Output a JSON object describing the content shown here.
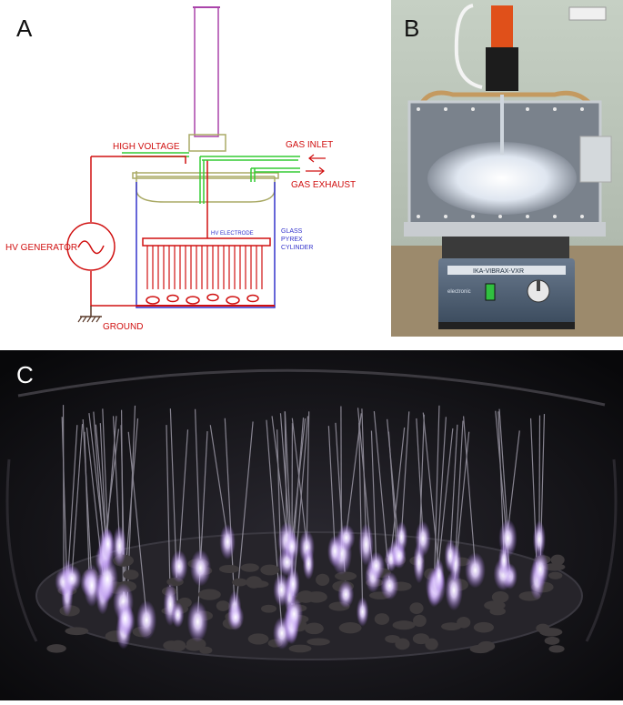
{
  "panels": {
    "a": {
      "letter": "A"
    },
    "b": {
      "letter": "B"
    },
    "c": {
      "letter": "C"
    }
  },
  "schematic": {
    "labels": {
      "high_voltage": "HIGH VOLTAGE",
      "gas_inlet": "GAS INLET",
      "gas_exhaust": "GAS EXHAUST",
      "hv_generator": "HV GENERATOR",
      "ground": "GROUND",
      "hv_electrode": "HV ELECTRODE",
      "glass_line1": "GLASS",
      "glass_line2": "PYREX",
      "glass_line3": "CYLINDER"
    },
    "colors": {
      "wiring": "#d01010",
      "gas_lines": "#33cc33",
      "vessel": "#3333cc",
      "lid": "#aaaa66",
      "column": "#aa44aa",
      "ground_wire": "#5a3a2a"
    }
  },
  "photo": {
    "shaker_brand": "IKA-VIBRAX-VXR",
    "shaker_sub": "electronic",
    "colors": {
      "tube": "#e0501a",
      "box": "#4a6a8a",
      "wall": "#b8c4b8"
    }
  },
  "discharge": {
    "colors": {
      "background": "#0a0a0e",
      "glow": "#c9a0ff",
      "core": "#ffffff"
    }
  }
}
